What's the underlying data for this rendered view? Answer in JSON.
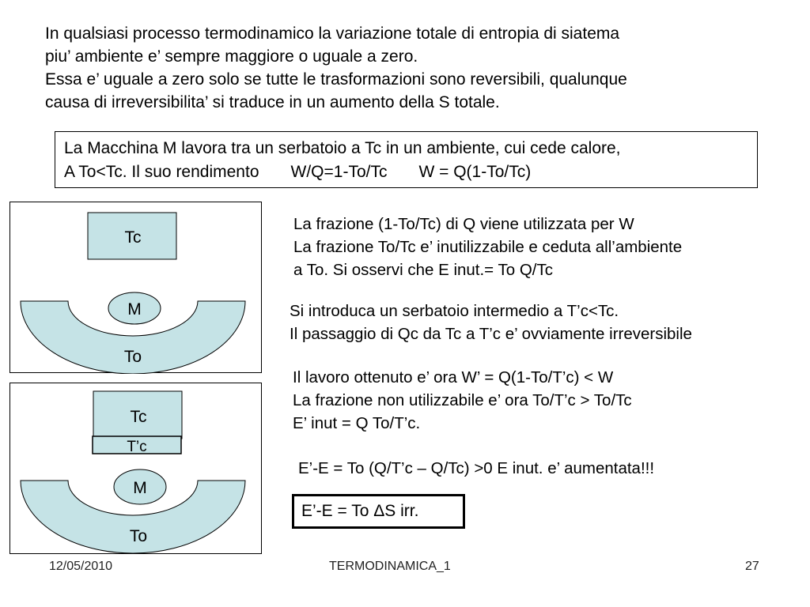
{
  "intro": {
    "line1": "In qualsiasi processo termodinamico la variazione totale di entropia di siatema",
    "line2": "piu’ ambiente e’ sempre maggiore o uguale a zero.",
    "line3": "Essa e’ uguale a zero solo se tutte le trasformazioni sono reversibili, qualunque",
    "line4": "causa di irreversibilita’ si traduce in un aumento della S totale."
  },
  "box": {
    "line1": "La Macchina M lavora tra un serbatoio a Tc in un ambiente, cui cede calore,",
    "part1": "A To<Tc. Il suo rendimento",
    "part2": "W/Q=1-To/Tc",
    "part3": "W = Q(1-To/Tc)"
  },
  "diagram1": {
    "hot": "Tc",
    "machine": "M",
    "cold": "To"
  },
  "diagram2": {
    "hot": "Tc",
    "intermediate": "T’c",
    "machine": "M",
    "cold": "To"
  },
  "block1": {
    "line1": "La frazione (1-To/Tc) di Q viene utilizzata per W",
    "line2": "La frazione To/Tc e’ inutilizzabile e ceduta all’ambiente",
    "line3": "a To.  Si osservi che E inut.= To Q/Tc"
  },
  "block2": {
    "line1": "Si introduca un serbatoio intermedio a T’c<Tc.",
    "line2": "Il passaggio di Qc da Tc a T’c e’ ovviamente irreversibile"
  },
  "block3": {
    "line1": "Il lavoro ottenuto e’ ora  W’ = Q(1-To/T’c) < W",
    "line2": "La frazione non utilizzabile e’ ora To/T’c > To/Tc",
    "line3": "E’ inut = Q To/T’c."
  },
  "block4": {
    "line1": "E’-E = To (Q/T’c – Q/Tc) >0    E inut. e’ aumentata!!!"
  },
  "result": {
    "text": "E’-E = To ΔS irr."
  },
  "footer": {
    "date": "12/05/2010",
    "title": "TERMODINAMICA_1",
    "page": "27"
  },
  "colors": {
    "fill": "#c5e3e6"
  }
}
